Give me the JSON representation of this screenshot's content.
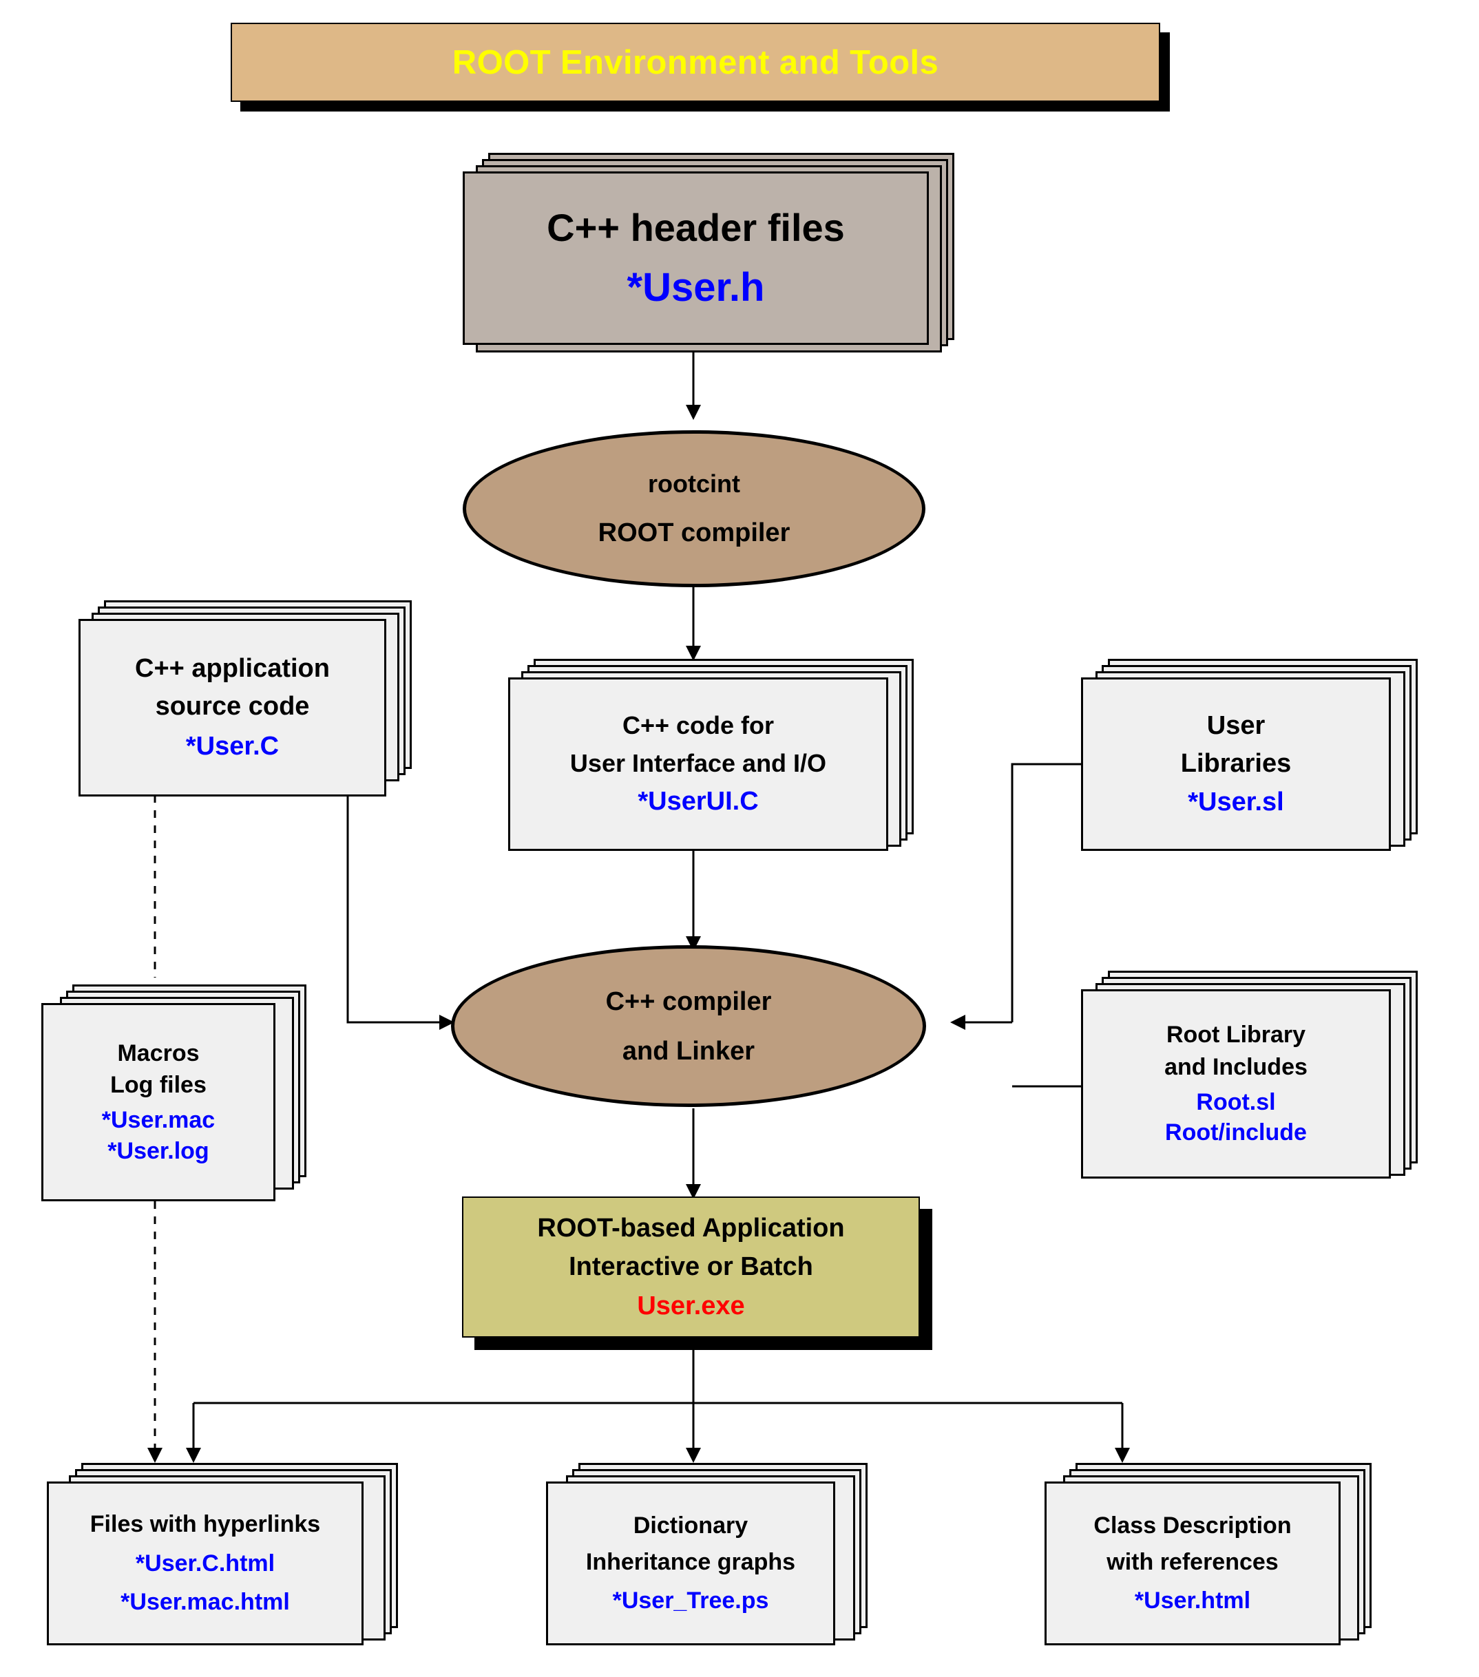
{
  "title": {
    "text": "ROOT Environment and Tools",
    "fill": "#deb887",
    "text_color": "#ffff00"
  },
  "colors": {
    "sheet_fill": "#f0f0f0",
    "header_fill": "#bcb2aa",
    "ellipse_fill": "#bd9e80",
    "app_fill": "#cfc97f",
    "blue_text": "#0000ff",
    "red_text": "#ff0000",
    "outline": "#000000"
  },
  "nodes": {
    "headers": {
      "name": "cpp-header-files",
      "shape": "stacked-sheets",
      "lines": [
        {
          "text": "C++ header files",
          "style": "black"
        },
        {
          "text": "*User.h",
          "style": "blue"
        }
      ]
    },
    "rootcint": {
      "name": "rootcint-compiler",
      "shape": "ellipse",
      "lines": [
        {
          "text": "rootcint",
          "style": "black"
        },
        {
          "text": "ROOT compiler",
          "style": "black"
        }
      ]
    },
    "appsource": {
      "name": "cpp-application-source-code",
      "shape": "stacked-sheets",
      "lines": [
        {
          "text": "C++ application",
          "style": "black"
        },
        {
          "text": "source code",
          "style": "black"
        },
        {
          "text": "*User.C",
          "style": "blue"
        }
      ]
    },
    "userui": {
      "name": "cpp-code-user-interface-io",
      "shape": "stacked-sheets",
      "lines": [
        {
          "text": "C++ code for",
          "style": "black"
        },
        {
          "text": "User Interface and I/O",
          "style": "black"
        },
        {
          "text": "*UserUI.C",
          "style": "blue"
        }
      ]
    },
    "userlibs": {
      "name": "user-libraries",
      "shape": "stacked-sheets",
      "lines": [
        {
          "text": "User",
          "style": "black"
        },
        {
          "text": "Libraries",
          "style": "black"
        },
        {
          "text": "*User.sl",
          "style": "blue"
        }
      ]
    },
    "macros": {
      "name": "macros-log-files",
      "shape": "stacked-sheets",
      "lines": [
        {
          "text": "Macros",
          "style": "black"
        },
        {
          "text": "Log files",
          "style": "black"
        },
        {
          "text": "*User.mac",
          "style": "blue"
        },
        {
          "text": "*User.log",
          "style": "blue"
        }
      ]
    },
    "rootlib": {
      "name": "root-library-and-includes",
      "shape": "stacked-sheets",
      "lines": [
        {
          "text": "Root Library",
          "style": "black"
        },
        {
          "text": "and Includes",
          "style": "black"
        },
        {
          "text": "Root.sl",
          "style": "blue"
        },
        {
          "text": "Root/include",
          "style": "blue"
        }
      ]
    },
    "cpplinker": {
      "name": "cpp-compiler-and-linker",
      "shape": "ellipse",
      "lines": [
        {
          "text": "C++ compiler",
          "style": "black"
        },
        {
          "text": "and Linker",
          "style": "black"
        }
      ]
    },
    "application": {
      "name": "root-based-application",
      "shape": "shadow-box",
      "lines": [
        {
          "text": "ROOT-based Application",
          "style": "black"
        },
        {
          "text": "Interactive or Batch",
          "style": "black"
        },
        {
          "text": "User.exe",
          "style": "red"
        }
      ]
    },
    "hyperlinks": {
      "name": "files-with-hyperlinks",
      "shape": "stacked-sheets",
      "lines": [
        {
          "text": "Files with hyperlinks",
          "style": "black"
        },
        {
          "text": "*User.C.html",
          "style": "blue"
        },
        {
          "text": "*User.mac.html",
          "style": "blue"
        }
      ]
    },
    "dictionary": {
      "name": "dictionary-inheritance-graphs",
      "shape": "stacked-sheets",
      "lines": [
        {
          "text": "Dictionary",
          "style": "black"
        },
        {
          "text": "Inheritance graphs",
          "style": "black"
        },
        {
          "text": "*User_Tree.ps",
          "style": "blue"
        }
      ]
    },
    "classdesc": {
      "name": "class-description-with-references",
      "shape": "stacked-sheets",
      "lines": [
        {
          "text": "Class Description",
          "style": "black"
        },
        {
          "text": "with references",
          "style": "black"
        },
        {
          "text": "*User.html",
          "style": "blue"
        }
      ]
    }
  },
  "connections": [
    {
      "from": "cpp-header-files",
      "to": "rootcint-compiler",
      "style": "solid-arrow"
    },
    {
      "from": "rootcint-compiler",
      "to": "cpp-code-user-interface-io",
      "style": "solid-arrow"
    },
    {
      "from": "cpp-code-user-interface-io",
      "to": "cpp-compiler-and-linker",
      "style": "solid-arrow"
    },
    {
      "from": "cpp-application-source-code",
      "to": "cpp-compiler-and-linker",
      "style": "elbow-arrow"
    },
    {
      "from": "cpp-application-source-code",
      "to": "macros-log-files",
      "style": "dashed"
    },
    {
      "from": "user-libraries",
      "to": "cpp-compiler-and-linker",
      "style": "elbow-arrow"
    },
    {
      "from": "root-library-and-includes",
      "to": "cpp-compiler-and-linker",
      "style": "elbow-arrow"
    },
    {
      "from": "cpp-compiler-and-linker",
      "to": "root-based-application",
      "style": "solid-arrow"
    },
    {
      "from": "root-based-application",
      "to": "files-with-hyperlinks",
      "style": "bus-arrow"
    },
    {
      "from": "root-based-application",
      "to": "dictionary-inheritance-graphs",
      "style": "bus-arrow"
    },
    {
      "from": "root-based-application",
      "to": "class-description-with-references",
      "style": "bus-arrow"
    },
    {
      "from": "macros-log-files",
      "to": "files-with-hyperlinks",
      "style": "dashed-arrow"
    }
  ]
}
